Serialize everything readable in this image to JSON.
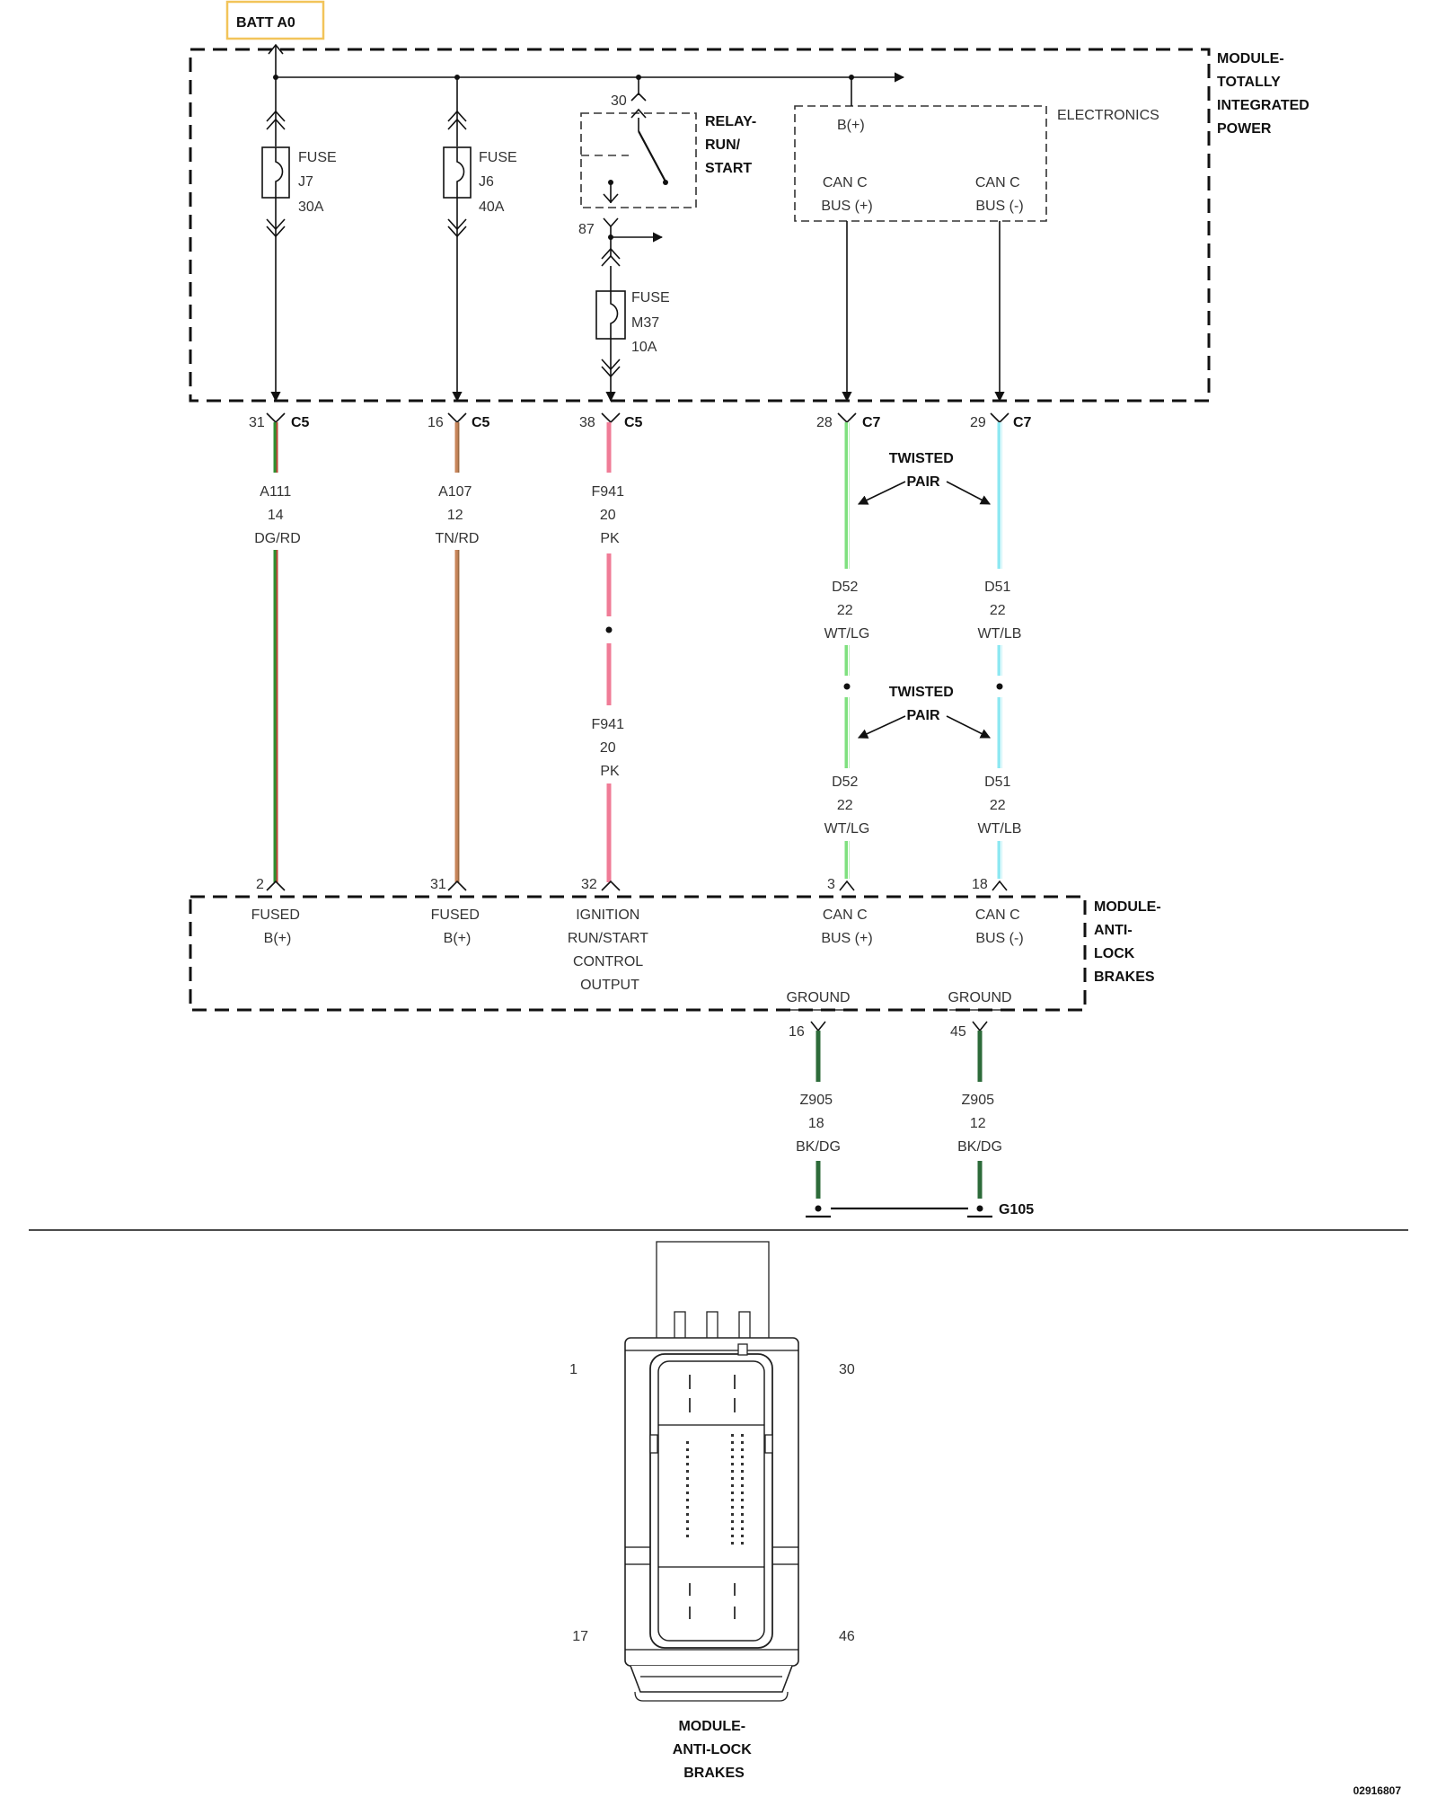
{
  "batt": "BATT A0",
  "colors": {
    "dg_rd": "#2f8f2f",
    "rd": "#d63a3a",
    "tn": "#c8855a",
    "tn_dark": "#9a6b45",
    "pk": "#f07c97",
    "lg": "#7fe07f",
    "lb": "#8ee8f2",
    "bk_dg": "#2d6b3a",
    "badge": "#f2c45a"
  },
  "tipm": {
    "title": [
      "MODULE-",
      "TOTALLY",
      "INTEGRATED",
      "POWER"
    ],
    "electronics": "ELECTRONICS",
    "bplus": "B(+)",
    "can_pos": [
      "CAN C",
      "BUS (+)"
    ],
    "can_neg": [
      "CAN C",
      "BUS (-)"
    ],
    "relay": [
      "RELAY-",
      "RUN/",
      "START"
    ],
    "relay_pin30": "30",
    "relay_pin87": "87",
    "fuse_j7": [
      "FUSE",
      "J7",
      "30A"
    ],
    "fuse_j6": [
      "FUSE",
      "J6",
      "40A"
    ],
    "fuse_m37": [
      "FUSE",
      "M37",
      "10A"
    ]
  },
  "connectors": {
    "c1": {
      "pin": "31",
      "name": "C5"
    },
    "c2": {
      "pin": "16",
      "name": "C5"
    },
    "c3": {
      "pin": "38",
      "name": "C5"
    },
    "c4": {
      "pin": "28",
      "name": "C7"
    },
    "c5": {
      "pin": "29",
      "name": "C7"
    }
  },
  "wires": {
    "a111": [
      "A111",
      "14",
      "DG/RD"
    ],
    "a107": [
      "A107",
      "12",
      "TN/RD"
    ],
    "f941a": [
      "F941",
      "20",
      "PK"
    ],
    "f941b": [
      "F941",
      "20",
      "PK"
    ],
    "d52a": [
      "D52",
      "22",
      "WT/LG"
    ],
    "d51a": [
      "D51",
      "22",
      "WT/LB"
    ],
    "d52b": [
      "D52",
      "22",
      "WT/LG"
    ],
    "d51b": [
      "D51",
      "22",
      "WT/LB"
    ],
    "z905a": [
      "Z905",
      "18",
      "BK/DG"
    ],
    "z905b": [
      "Z905",
      "12",
      "BK/DG"
    ]
  },
  "twisted_pair_1": [
    "TWISTED",
    "PAIR"
  ],
  "twisted_pair_2": [
    "TWISTED",
    "PAIR"
  ],
  "abs": {
    "title": [
      "MODULE-",
      "ANTI-",
      "LOCK",
      "BRAKES"
    ],
    "pins": {
      "p1": "2",
      "p2": "31",
      "p3": "32",
      "p4": "3",
      "p5": "18",
      "g1": "16",
      "g2": "45"
    },
    "fused1": [
      "FUSED",
      "B(+)"
    ],
    "fused2": [
      "FUSED",
      "B(+)"
    ],
    "ignition": [
      "IGNITION",
      "RUN/START",
      "CONTROL",
      "OUTPUT"
    ],
    "can_pos": [
      "CAN C",
      "BUS (+)"
    ],
    "can_neg": [
      "CAN C",
      "BUS (-)"
    ],
    "ground1": "GROUND",
    "ground2": "GROUND"
  },
  "ground_point": "G105",
  "connector_view": {
    "pins": {
      "tl": "1",
      "tr": "30",
      "bl": "17",
      "br": "46"
    },
    "title": [
      "MODULE-",
      "ANTI-LOCK",
      "BRAKES"
    ]
  },
  "figure_id": "02916807"
}
